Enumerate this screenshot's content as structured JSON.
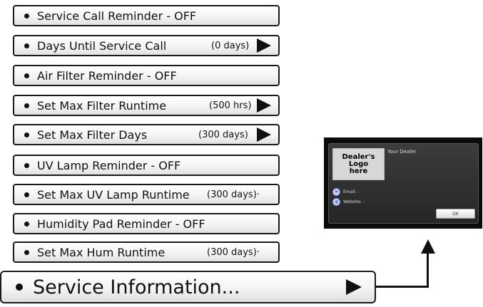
{
  "menu": {
    "items": [
      {
        "label": "Service Call Reminder - OFF",
        "value": "",
        "has_arrow": false
      },
      {
        "label": "Days Until Service Call",
        "value": "(0 days)",
        "has_arrow": true
      },
      {
        "label": "Air Filter Reminder - OFF",
        "value": "",
        "has_arrow": false
      },
      {
        "label": "Set Max Filter Runtime",
        "value": "(500 hrs)",
        "has_arrow": true
      },
      {
        "label": "Set Max Filter Days",
        "value": "(300 days)",
        "has_arrow": true
      },
      {
        "label": "UV Lamp Reminder - OFF",
        "value": "",
        "has_arrow": false
      },
      {
        "label": "Set Max UV Lamp Runtime",
        "value": "(300 days)·",
        "has_arrow": false
      },
      {
        "label": "Humidity Pad Reminder - OFF",
        "value": "",
        "has_arrow": false
      },
      {
        "label": "Set Max Hum Runtime",
        "value": "(300 days)·",
        "has_arrow": false
      }
    ],
    "service_info": {
      "label": "Service Information...",
      "has_arrow": true
    }
  },
  "dealer_panel": {
    "logo_text": "Dealer's\nLogo\nhere",
    "title": "Your Dealer",
    "email_label": "Email: -",
    "website_label": "Website: -",
    "ok_label": "OK",
    "email_icon": "envelope-icon",
    "website_icon": "globe-icon"
  }
}
